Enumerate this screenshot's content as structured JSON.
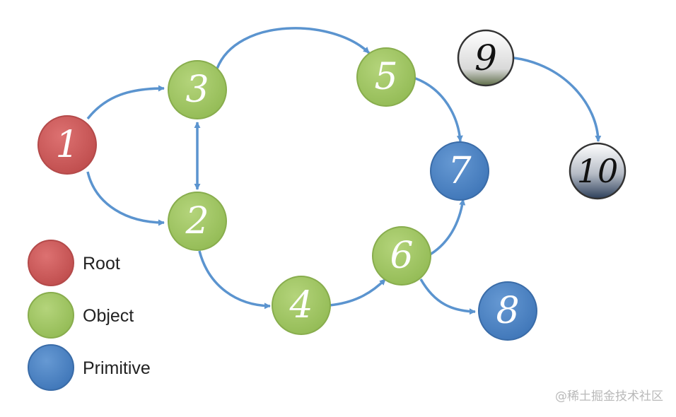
{
  "nodes": [
    {
      "id": "1",
      "label": "1",
      "kind": "root"
    },
    {
      "id": "2",
      "label": "2",
      "kind": "object"
    },
    {
      "id": "3",
      "label": "3",
      "kind": "object"
    },
    {
      "id": "4",
      "label": "4",
      "kind": "object"
    },
    {
      "id": "5",
      "label": "5",
      "kind": "object"
    },
    {
      "id": "6",
      "label": "6",
      "kind": "object"
    },
    {
      "id": "7",
      "label": "7",
      "kind": "primitive"
    },
    {
      "id": "8",
      "label": "8",
      "kind": "primitive"
    },
    {
      "id": "9",
      "label": "9",
      "kind": "unreachable"
    },
    {
      "id": "10",
      "label": "10",
      "kind": "unreachable"
    }
  ],
  "edges": [
    {
      "from": "1",
      "to": "3"
    },
    {
      "from": "1",
      "to": "2"
    },
    {
      "from": "3",
      "to": "2",
      "bidirectional": true
    },
    {
      "from": "3",
      "to": "5"
    },
    {
      "from": "5",
      "to": "7"
    },
    {
      "from": "2",
      "to": "4"
    },
    {
      "from": "4",
      "to": "6"
    },
    {
      "from": "6",
      "to": "7"
    },
    {
      "from": "6",
      "to": "8"
    },
    {
      "from": "9",
      "to": "10"
    }
  ],
  "legend": {
    "root": "Root",
    "object": "Object",
    "primitive": "Primitive"
  },
  "colors": {
    "root": "#cc5a5a",
    "object": "#a3c763",
    "primitive": "#4f86c6",
    "edge": "#5b94cf"
  },
  "watermark": "@稀土掘金技术社区"
}
